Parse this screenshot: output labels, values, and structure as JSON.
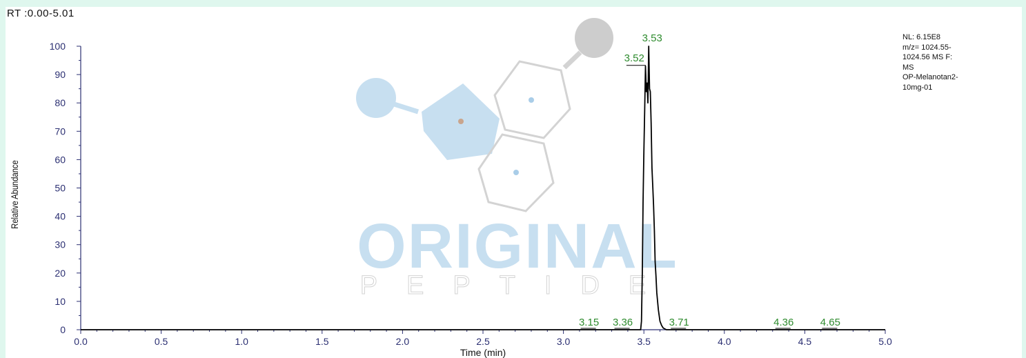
{
  "header": {
    "range_label": "RT :0.00-5.01"
  },
  "info_box": {
    "lines": [
      "NL: 6.15E8",
      "m/z= 1024.55-",
      "1024.56 MS  F:",
      "MS",
      "OP-Melanotan2-",
      "10mg-01"
    ]
  },
  "watermark": {
    "brand": "ORIGINAL",
    "sub": "PEPTIDE",
    "colors": {
      "blue": "#c7dff0",
      "gray_stroke": "#d3d3d3",
      "gray_fill": "#cdcdcd",
      "center_dot_blue": "#a9cde8",
      "center_dot_brown": "#c9a58d"
    }
  },
  "colors": {
    "background": "#dff7ee",
    "panel": "#ffffff",
    "axis": "#2b2f72",
    "trace": "#000000",
    "peak_label": "#2e8b2e"
  },
  "chart_data": {
    "type": "line",
    "title": "",
    "xlabel": "Time (min)",
    "ylabel": "Relative Abundance",
    "xlim": [
      0.0,
      5.0
    ],
    "ylim": [
      0,
      100
    ],
    "x_ticks": [
      "0.0",
      "0.5",
      "1.0",
      "1.5",
      "2.0",
      "2.5",
      "3.0",
      "3.5",
      "4.0",
      "4.5",
      "5.0"
    ],
    "y_ticks": [
      "0",
      "10",
      "20",
      "30",
      "40",
      "50",
      "60",
      "70",
      "80",
      "90",
      "100"
    ],
    "grid": false,
    "legend": "none",
    "series": [
      {
        "x": [
          0.0,
          3.48,
          3.485,
          3.49,
          3.495,
          3.5,
          3.505,
          3.51,
          3.515,
          3.52,
          3.525,
          3.53,
          3.535,
          3.54,
          3.545,
          3.55,
          3.555,
          3.56,
          3.565,
          3.57,
          3.575,
          3.58,
          3.59,
          3.6,
          3.61,
          3.62,
          3.64,
          5.0
        ],
        "y": [
          0,
          0,
          3,
          20,
          45,
          63,
          78,
          93,
          84,
          87,
          80,
          100,
          85,
          84,
          73,
          57,
          51,
          44,
          35,
          24,
          19,
          13,
          7,
          3,
          1.5,
          0.6,
          0,
          0
        ]
      }
    ],
    "peak_labels": [
      {
        "x": 3.53,
        "y": 100,
        "label": "3.53"
      },
      {
        "x": 3.52,
        "y": 93,
        "label": "3.52"
      },
      {
        "x": 3.15,
        "y": 0,
        "label": "3.15"
      },
      {
        "x": 3.36,
        "y": 0,
        "label": "3.36"
      },
      {
        "x": 3.71,
        "y": 0,
        "label": "3.71"
      },
      {
        "x": 4.36,
        "y": 0,
        "label": "4.36"
      },
      {
        "x": 4.65,
        "y": 0,
        "label": "4.65"
      }
    ]
  }
}
